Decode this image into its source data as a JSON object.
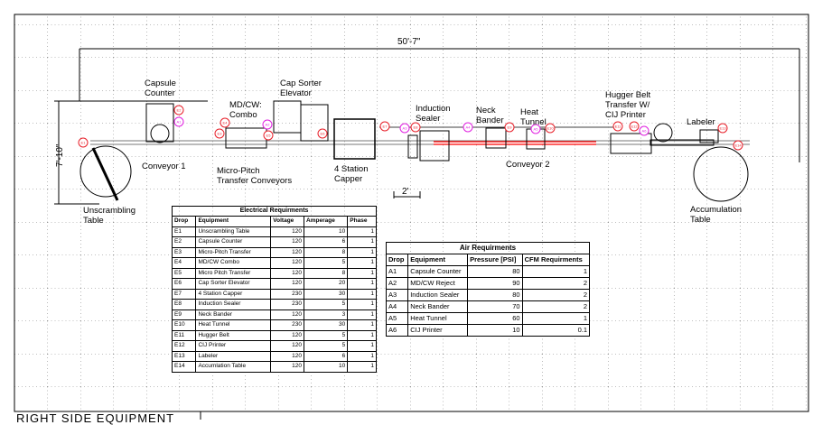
{
  "drawing": {
    "overall_length": "50'-7\"",
    "overall_width": "7'-10\"",
    "scale_bar": "2'",
    "footer_title": "RIGHT SIDE EQUIPMENT",
    "colors": {
      "electrical_marker": "#e8202a",
      "air_marker": "#e020e0",
      "conveyor2": "#ff0000",
      "grid": "#555555"
    },
    "labels": {
      "capsule_counter": "Capsule\nCounter",
      "mdcw_combo": "MD/CW:\nCombo",
      "cap_sorter": "Cap Sorter\nElevator",
      "conveyor1": "Conveyor 1",
      "micro_pitch": "Micro-Pitch\nTransfer Conveyors",
      "capper": "4 Station\nCapper",
      "unscrambling": "Unscrambling\nTable",
      "induction": "Induction\nSealer",
      "neck_bander": "Neck\nBander",
      "heat_tunnel": "Heat\nTunnel",
      "conveyor2": "Conveyor 2",
      "hugger": "Hugger Belt\nTransfer W/\nCIJ Printer",
      "labeler": "Labeler",
      "accumulation": "Accumulation\nTable"
    },
    "markers": [
      "E1",
      "E2",
      "A1",
      "E3",
      "E4",
      "A2",
      "E5",
      "E6",
      "E7",
      "A3",
      "E8",
      "A4",
      "E9",
      "A5",
      "E10",
      "E11",
      "E12",
      "A6",
      "E13",
      "E14"
    ]
  },
  "electrical": {
    "title": "Electrical Requirments",
    "headers": [
      "Drop",
      "Equipment",
      "Voltage",
      "Amperage",
      "Phase"
    ],
    "rows": [
      [
        "E1",
        "Unscrambling Table",
        "120",
        "10",
        "1"
      ],
      [
        "E2",
        "Capsule Counter",
        "120",
        "6",
        "1"
      ],
      [
        "E3",
        "Micro-Pitch Transfer",
        "120",
        "8",
        "1"
      ],
      [
        "E4",
        "MD/CW Combo",
        "120",
        "5",
        "1"
      ],
      [
        "E5",
        "Micro Pitch Transfer",
        "120",
        "8",
        "1"
      ],
      [
        "E6",
        "Cap Sorter Elevator",
        "120",
        "20",
        "1"
      ],
      [
        "E7",
        "4 Station Capper",
        "230",
        "30",
        "1"
      ],
      [
        "E8",
        "Induction Sealer",
        "230",
        "5",
        "1"
      ],
      [
        "E9",
        "Neck Bander",
        "120",
        "3",
        "1"
      ],
      [
        "E10",
        "Heat Tunnel",
        "230",
        "30",
        "1"
      ],
      [
        "E11",
        "Hugger Belt",
        "120",
        "5",
        "1"
      ],
      [
        "E12",
        "CIJ Printer",
        "120",
        "5",
        "1"
      ],
      [
        "E13",
        "Labeler",
        "120",
        "6",
        "1"
      ],
      [
        "E14",
        "Accumlation Table",
        "120",
        "10",
        "1"
      ]
    ]
  },
  "air": {
    "title": "Air Requirments",
    "headers": [
      "Drop",
      "Equipment",
      "Pressure [PSI]",
      "CFM Requirments"
    ],
    "rows": [
      [
        "A1",
        "Capsule Counter",
        "80",
        "1"
      ],
      [
        "A2",
        "MD/CW Reject",
        "90",
        "2"
      ],
      [
        "A3",
        "Induction Sealer",
        "80",
        "2"
      ],
      [
        "A4",
        "Neck Bander",
        "70",
        "2"
      ],
      [
        "A5",
        "Heat Tunnel",
        "60",
        "1"
      ],
      [
        "A6",
        "CIJ Printer",
        "10",
        "0.1"
      ]
    ]
  }
}
